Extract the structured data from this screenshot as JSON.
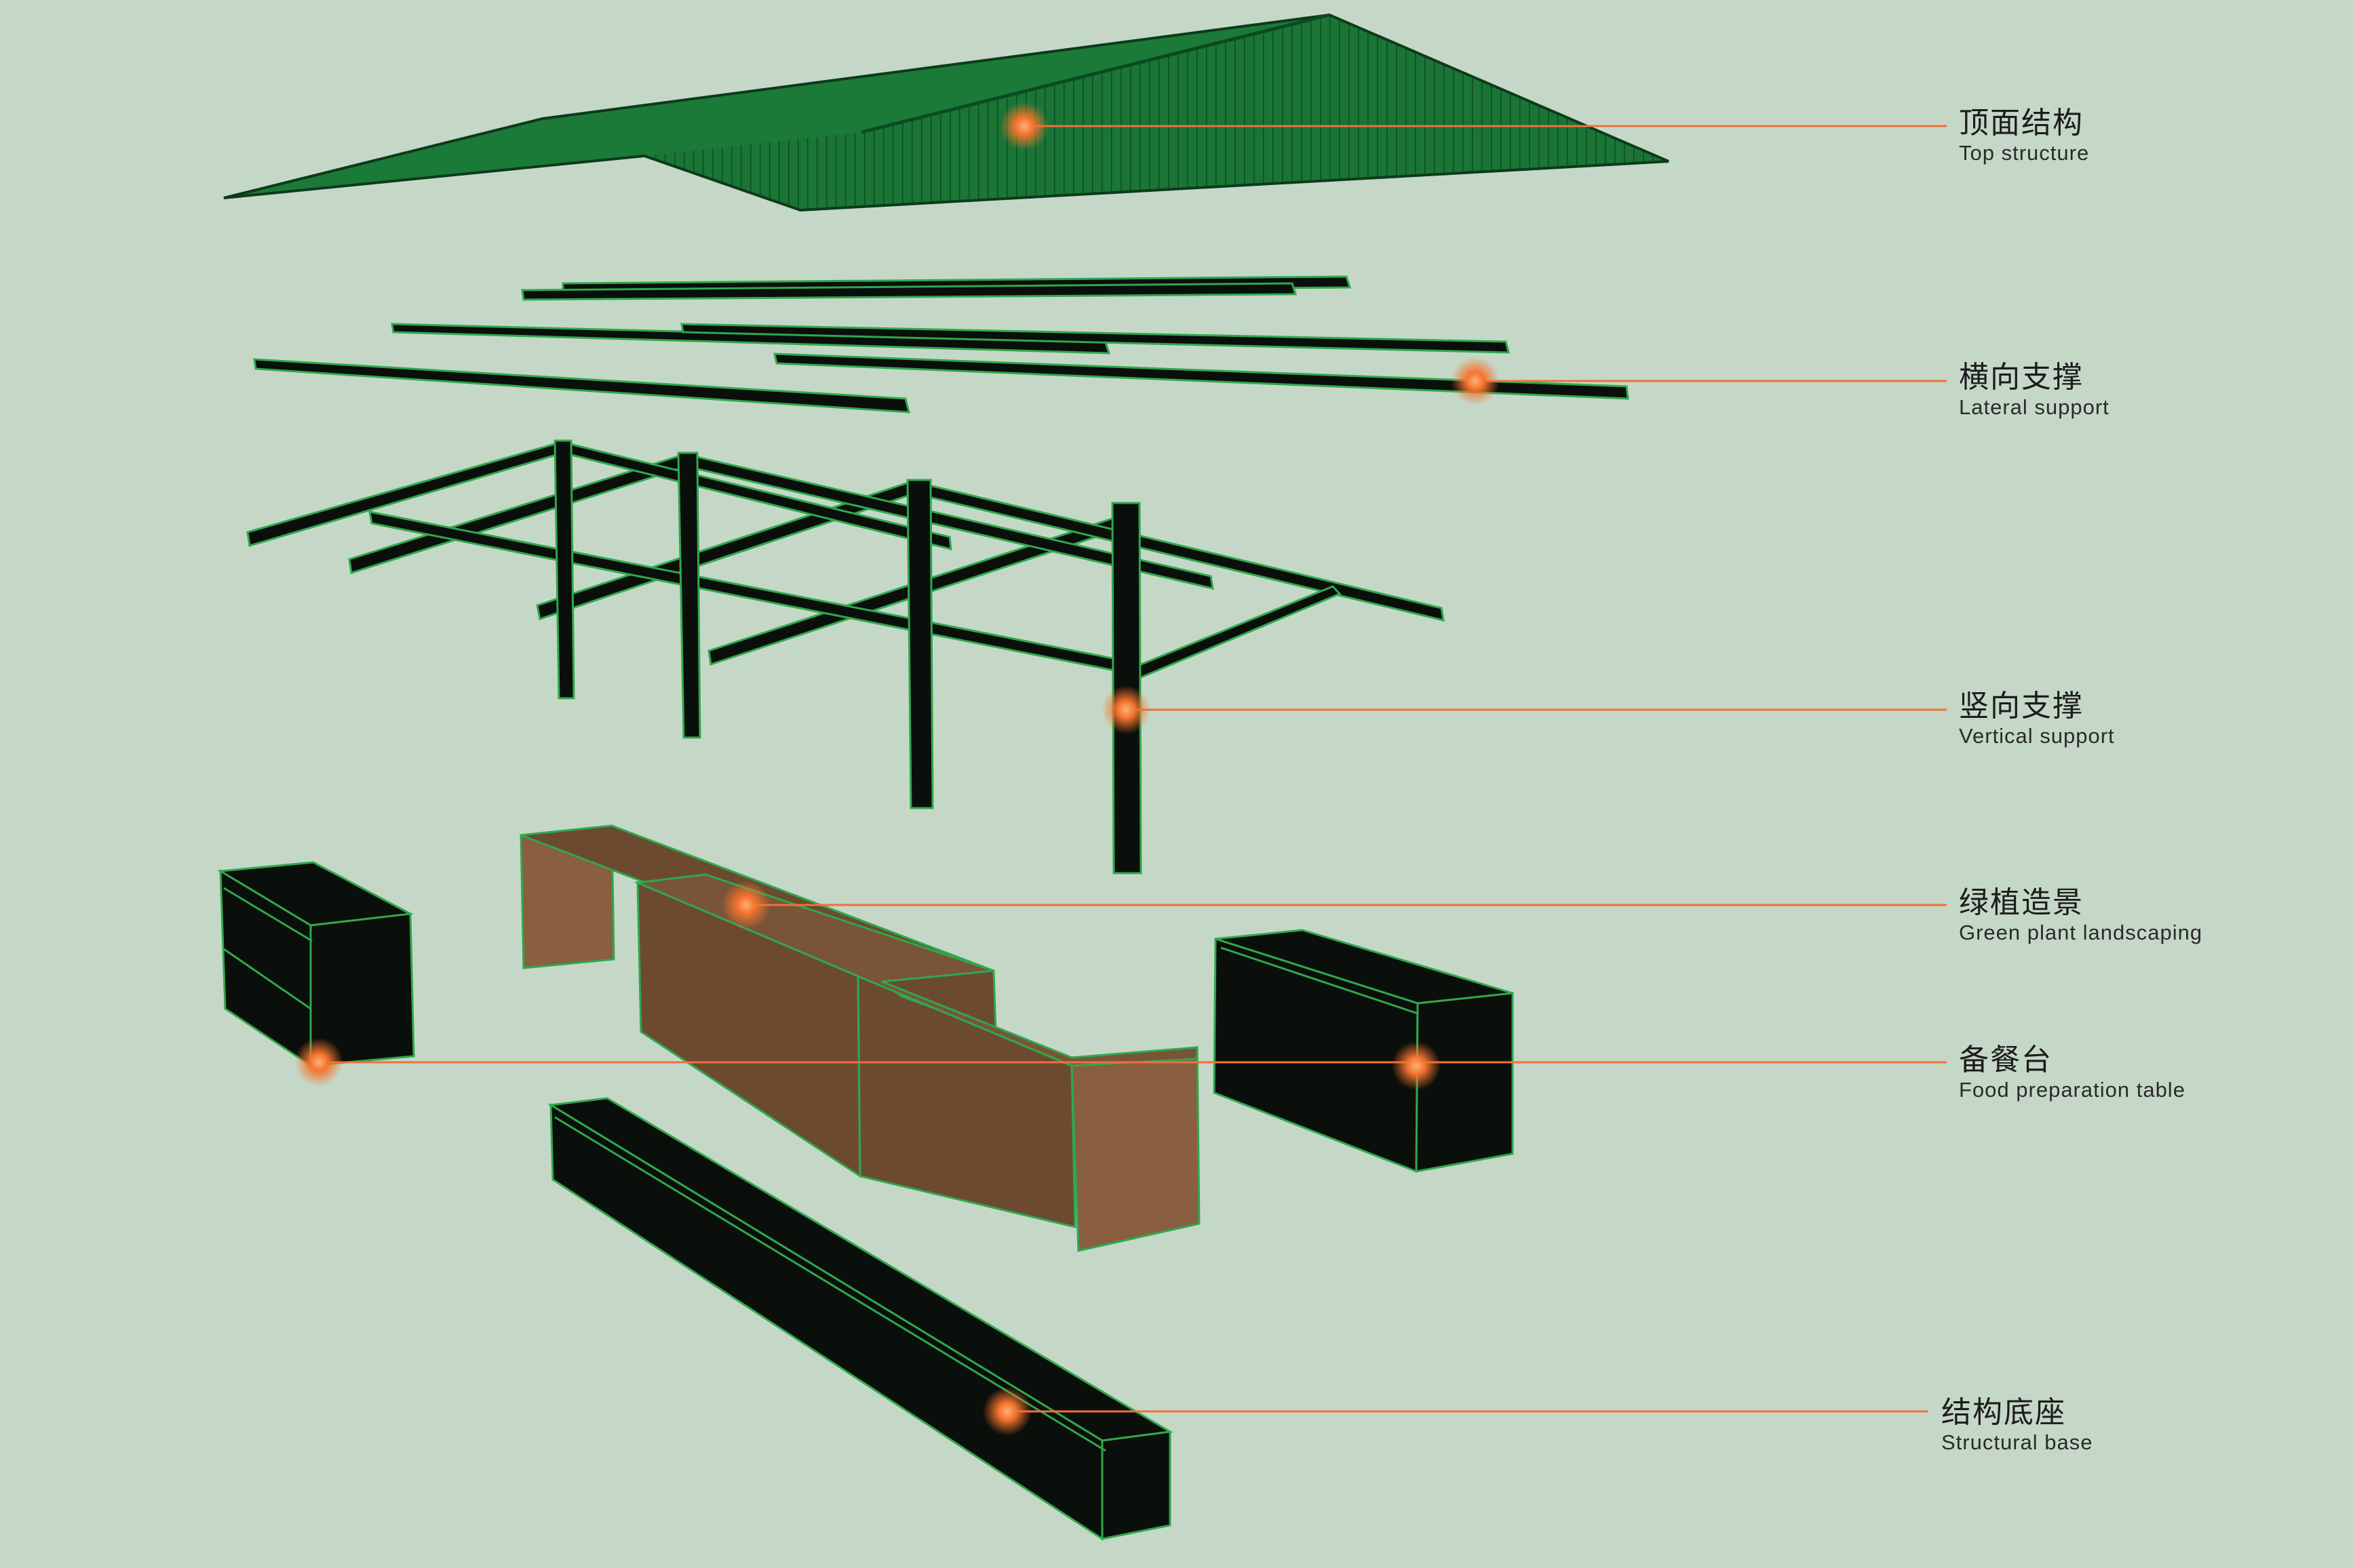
{
  "diagram": {
    "colors": {
      "background": "#c5d8c8",
      "roof": "#1b7a38",
      "steel": "#0b0f0b",
      "edge": "#2fa84d",
      "planter": "#8a5e40",
      "planter_dark": "#6b4a30",
      "callout": "#f0703a"
    },
    "callouts": [
      {
        "id": "top",
        "label_zh": "顶面结构",
        "label_en": "Top structure"
      },
      {
        "id": "lateral",
        "label_zh": "横向支撑",
        "label_en": "Lateral support"
      },
      {
        "id": "vertical",
        "label_zh": "竖向支撑",
        "label_en": "Vertical support"
      },
      {
        "id": "green",
        "label_zh": "绿植造景",
        "label_en": "Green plant landscaping"
      },
      {
        "id": "food",
        "label_zh": "备餐台",
        "label_en": "Food preparation table"
      },
      {
        "id": "base",
        "label_zh": "结构底座",
        "label_en": "Structural base"
      }
    ]
  }
}
